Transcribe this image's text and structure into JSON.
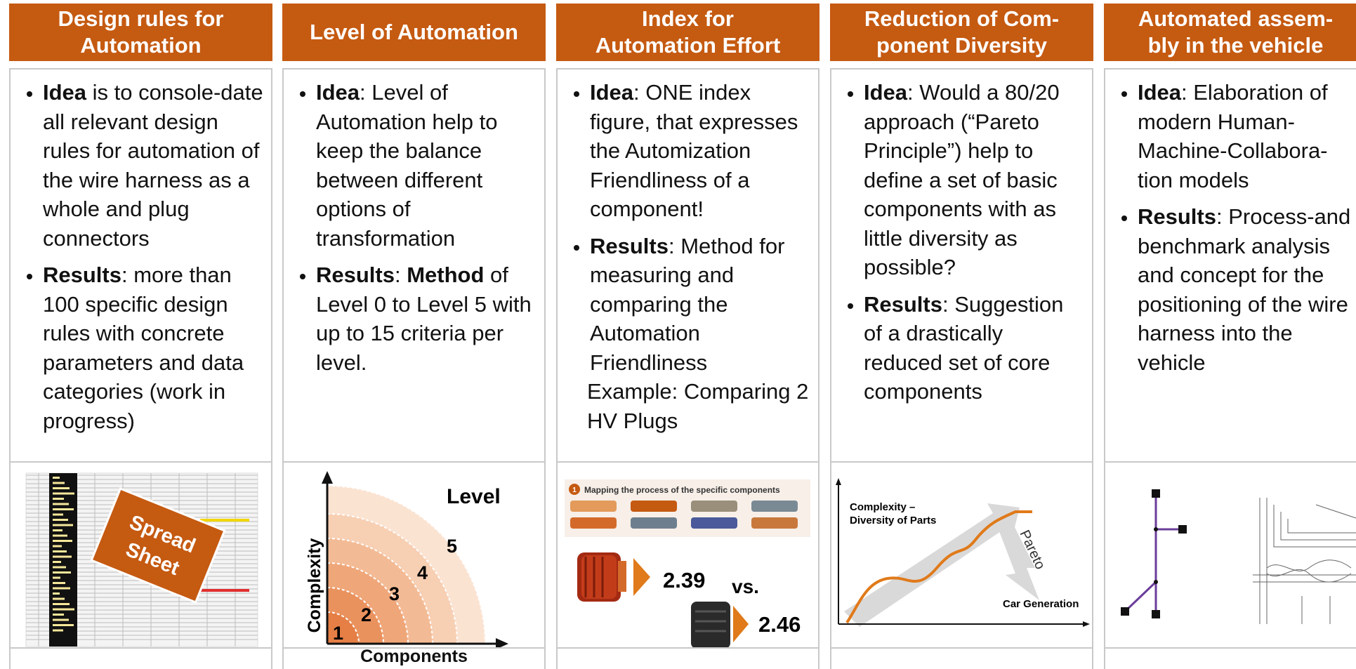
{
  "columns": [
    {
      "header": "Design rules for\nAutomation",
      "idea_label": "Idea",
      "idea_text": " is to console-date all relevant design rules for automation of the wire harness as a whole and plug connectors",
      "results_label": "Results",
      "results_text": ": more than 100 specific design rules with concrete parameters and data categories (work in progress)",
      "figure": {
        "label_line1": "Spread",
        "label_line2": "Sheet"
      }
    },
    {
      "header": "Level of Automation",
      "idea_label": "Idea",
      "idea_text": ": Level of Automation help to keep the balance between different options of transformation",
      "results_label": "Results",
      "results_sep": ": ",
      "results_bold2": "Method",
      "results_text": " of Level 0 to Level 5 with up to 15 criteria per level.",
      "figure": {
        "title": "Level",
        "y_axis": "Complexity",
        "x_axis": "Components",
        "levels": [
          "1",
          "2",
          "3",
          "4",
          "5"
        ]
      }
    },
    {
      "header": "Index for\nAutomation Effort",
      "idea_label": "Idea",
      "idea_text": ": ONE index figure, that expresses the Automization Friendliness of a component!",
      "results_label": "Results",
      "results_text": ": Method for measuring and comparing the Automation Friendliness",
      "example_text": "Example: Comparing 2 HV Plugs",
      "figure": {
        "banner_num": "1",
        "banner": "Mapping the process of the specific components",
        "value_a": "2.39",
        "vs": "vs.",
        "value_b": "2.46"
      }
    },
    {
      "header": "Reduction of Com-\nponent Diversity",
      "idea_label": "Idea",
      "idea_text": ": Would a 80/20 approach (“Pareto Principle”) help to define a set of basic components with as little diversity as possible?",
      "results_label": "Results",
      "results_text": ": Suggestion of a drastically reduced set of core components",
      "figure": {
        "label_line1": "Complexity –",
        "label_line2": "Diversity of Parts",
        "arrow_label": "Pareto",
        "x_label": "Car Generation"
      }
    },
    {
      "header": "Automated assem-\nbly in the vehicle",
      "idea_label": "Idea",
      "idea_text": ": Elaboration of modern Human-Machine-Collabora-tion models",
      "results_label": "Results",
      "results_text": ": Process-and benchmark analysis and concept for the positioning of the wire harness into the vehicle"
    }
  ],
  "colors": {
    "header_bg": "#c55a11",
    "header_text": "#ffffff",
    "border": "#c9c9c9",
    "curve": "#e07a1a"
  }
}
